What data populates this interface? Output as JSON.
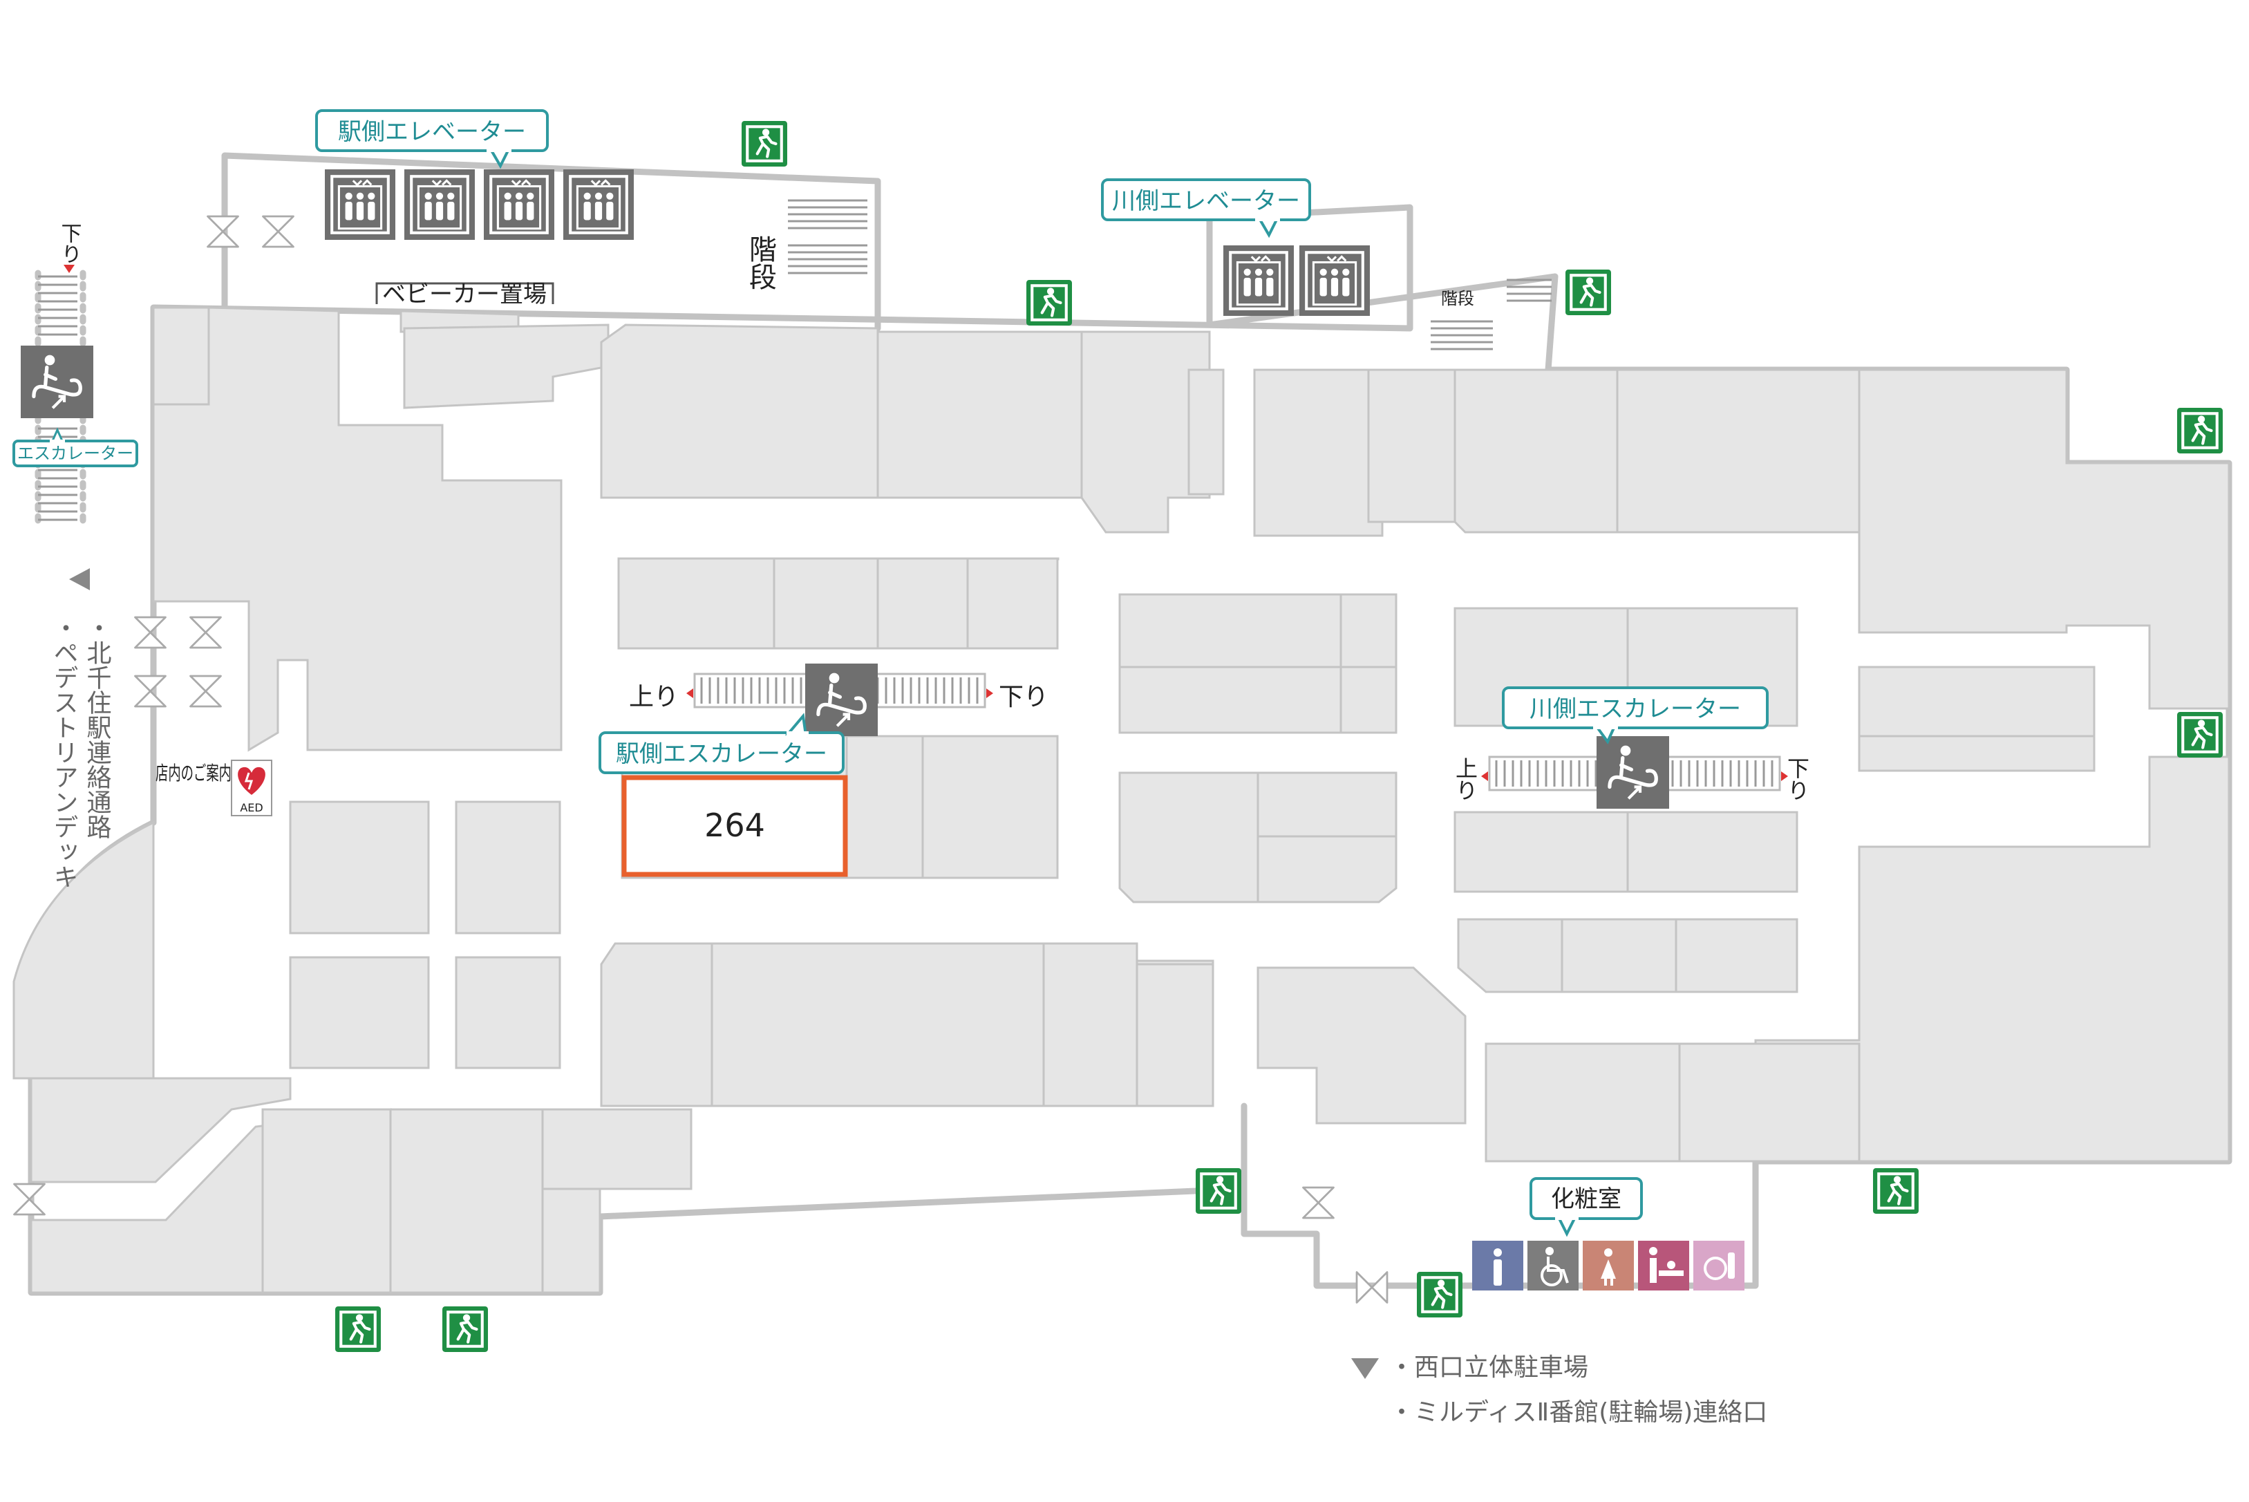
{
  "labels": {
    "station_elevator": "駅側エレベーター",
    "river_elevator": "川側エレベーター",
    "station_escalator": "駅側エスカレーター",
    "river_escalator": "川側エスカレーター",
    "escalator_left": "エスカレーター",
    "stroller": "ベビーカー置場",
    "stairs_main": "階段",
    "stairs_right": "階段",
    "up": "上り",
    "down": "下り",
    "info": "店内のご案内",
    "aed": "AED",
    "powder_room": "化粧室",
    "north_route": "・北千住駅連絡通路",
    "pedestrian_deck": "・ペデストリアンデッキ",
    "west_parking": "・西口立体駐車場",
    "marui_link": "・ミルディスⅡ番館(駐輪場)連絡口"
  },
  "highlight": {
    "unit": "264",
    "color": "#e8602c"
  },
  "colors": {
    "callout": "#2f9aa0",
    "exit": "#1f8f44",
    "icon_tile": "#6f6f6f",
    "shop_fill": "#e6e6e6",
    "wall": "#c2c2c2",
    "restroom_men": "#6b7aa8",
    "restroom_accessible": "#7d7d7d",
    "restroom_women": "#c98575",
    "restroom_baby": "#b8567a",
    "restroom_powder": "#d9a6c8"
  },
  "icons": {
    "exit": "emergency-exit-icon",
    "elevator": "elevator-icon",
    "escalator": "escalator-icon",
    "door": "door-icon",
    "aed": "aed-heart-icon",
    "men": "men-restroom-icon",
    "accessible": "accessible-restroom-icon",
    "women": "women-restroom-icon",
    "baby": "baby-care-icon",
    "powder": "powder-room-icon",
    "arrow": "direction-arrow-icon"
  }
}
